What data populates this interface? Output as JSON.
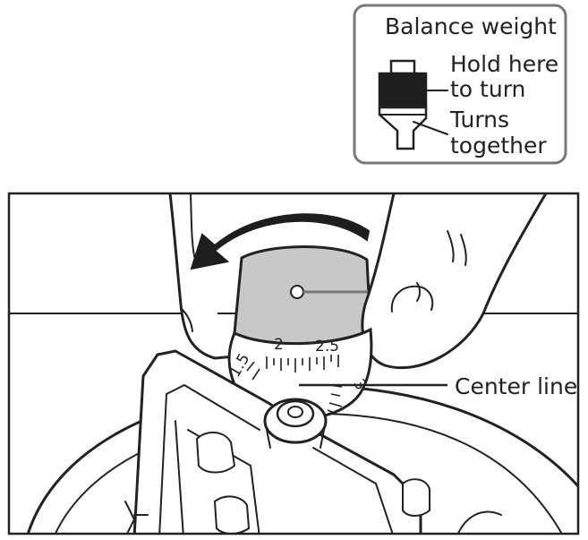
{
  "callout": {
    "title": "Balance weight",
    "hold_label_line1": "Hold here",
    "hold_label_line2": "to turn",
    "turns_label_line1": "Turns",
    "turns_label_line2": "together"
  },
  "center_line_label": "Center line",
  "dial_marks": [
    "2",
    "2.5",
    "1.5",
    "3"
  ],
  "colors": {
    "line": "#222222",
    "weight_fill": "#c8c8c8",
    "dark_block": "#1e1e1e",
    "background": "#ffffff"
  }
}
